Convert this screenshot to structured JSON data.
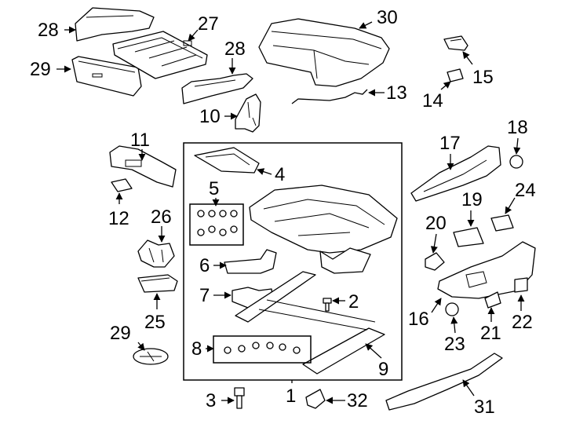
{
  "callouts": {
    "c1": "1",
    "c2": "2",
    "c3": "3",
    "c4": "4",
    "c5": "5",
    "c6": "6",
    "c7": "7",
    "c8": "8",
    "c9": "9",
    "c10": "10",
    "c11": "11",
    "c12": "12",
    "c13": "13",
    "c14": "14",
    "c15": "15",
    "c16": "16",
    "c17": "17",
    "c18": "18",
    "c19": "19",
    "c20": "20",
    "c21": "21",
    "c22": "22",
    "c23": "23",
    "c24": "24",
    "c25": "25",
    "c26": "26",
    "c27": "27",
    "c28a": "28",
    "c28b": "28",
    "c29a": "29",
    "c29b": "29",
    "c30": "30",
    "c31": "31",
    "c32": "32"
  }
}
